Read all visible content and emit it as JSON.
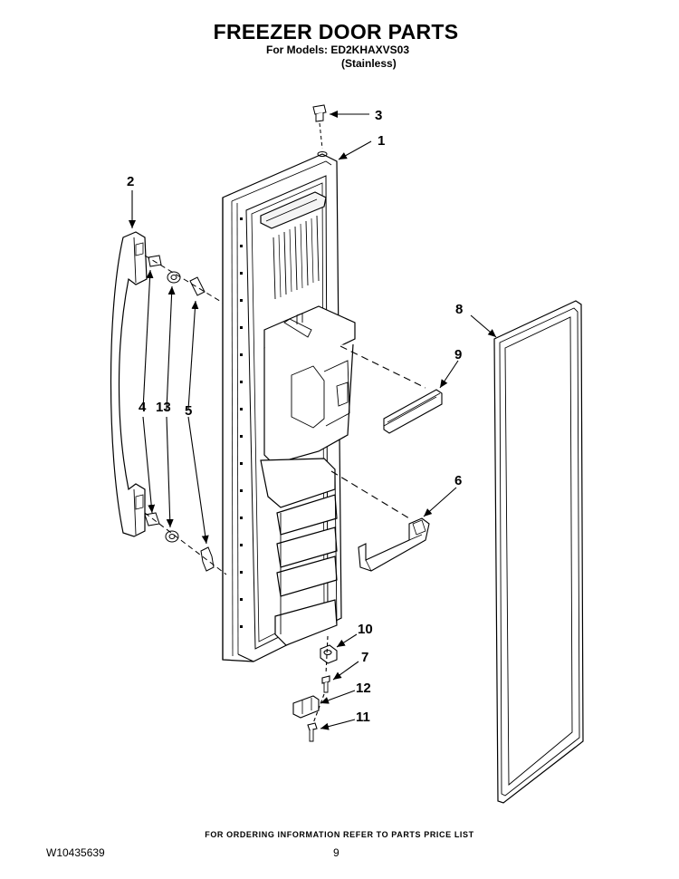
{
  "header": {
    "title": "FREEZER DOOR PARTS",
    "models_line": "For Models: ED2KHAXVS03",
    "variant": "(Stainless)"
  },
  "callouts": {
    "c1": "1",
    "c2": "2",
    "c3": "3",
    "c4": "4",
    "c5": "5",
    "c6": "6",
    "c7": "7",
    "c8": "8",
    "c9": "9",
    "c10": "10",
    "c11": "11",
    "c12": "12",
    "c13": "13"
  },
  "footer": {
    "note": "FOR ORDERING INFORMATION REFER TO PARTS PRICE LIST",
    "doc_id": "W10435639",
    "page": "9"
  }
}
